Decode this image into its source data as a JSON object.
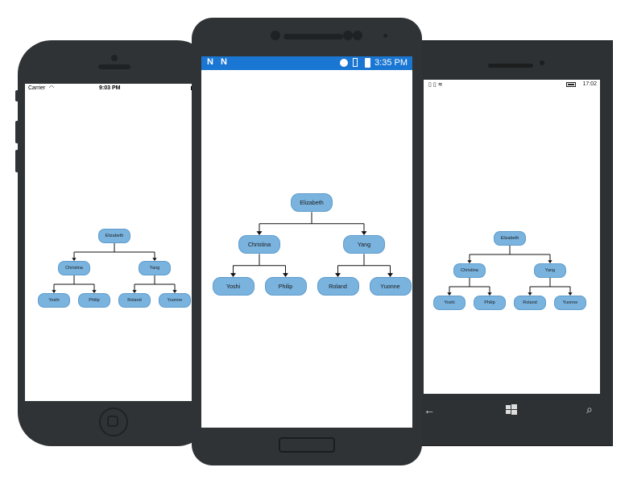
{
  "ios": {
    "carrier": "Carrier",
    "time": "9:03 PM"
  },
  "android": {
    "time": "3:35 PM",
    "notif_1": "N",
    "notif_2": "N"
  },
  "windows": {
    "time": "17:02",
    "back_glyph": "←",
    "search_glyph": "⌕"
  },
  "org_chart": {
    "root": "Elizabeth",
    "children": [
      {
        "name": "Christina",
        "children": [
          "Yoshi",
          "Philip"
        ]
      },
      {
        "name": "Yang",
        "children": [
          "Roland",
          "Yuonne"
        ]
      }
    ]
  },
  "colors": {
    "node_fill": "#7ab3de",
    "node_border": "#5e9ccc",
    "android_statusbar": "#1976d2",
    "device_body": "#2f3335"
  }
}
